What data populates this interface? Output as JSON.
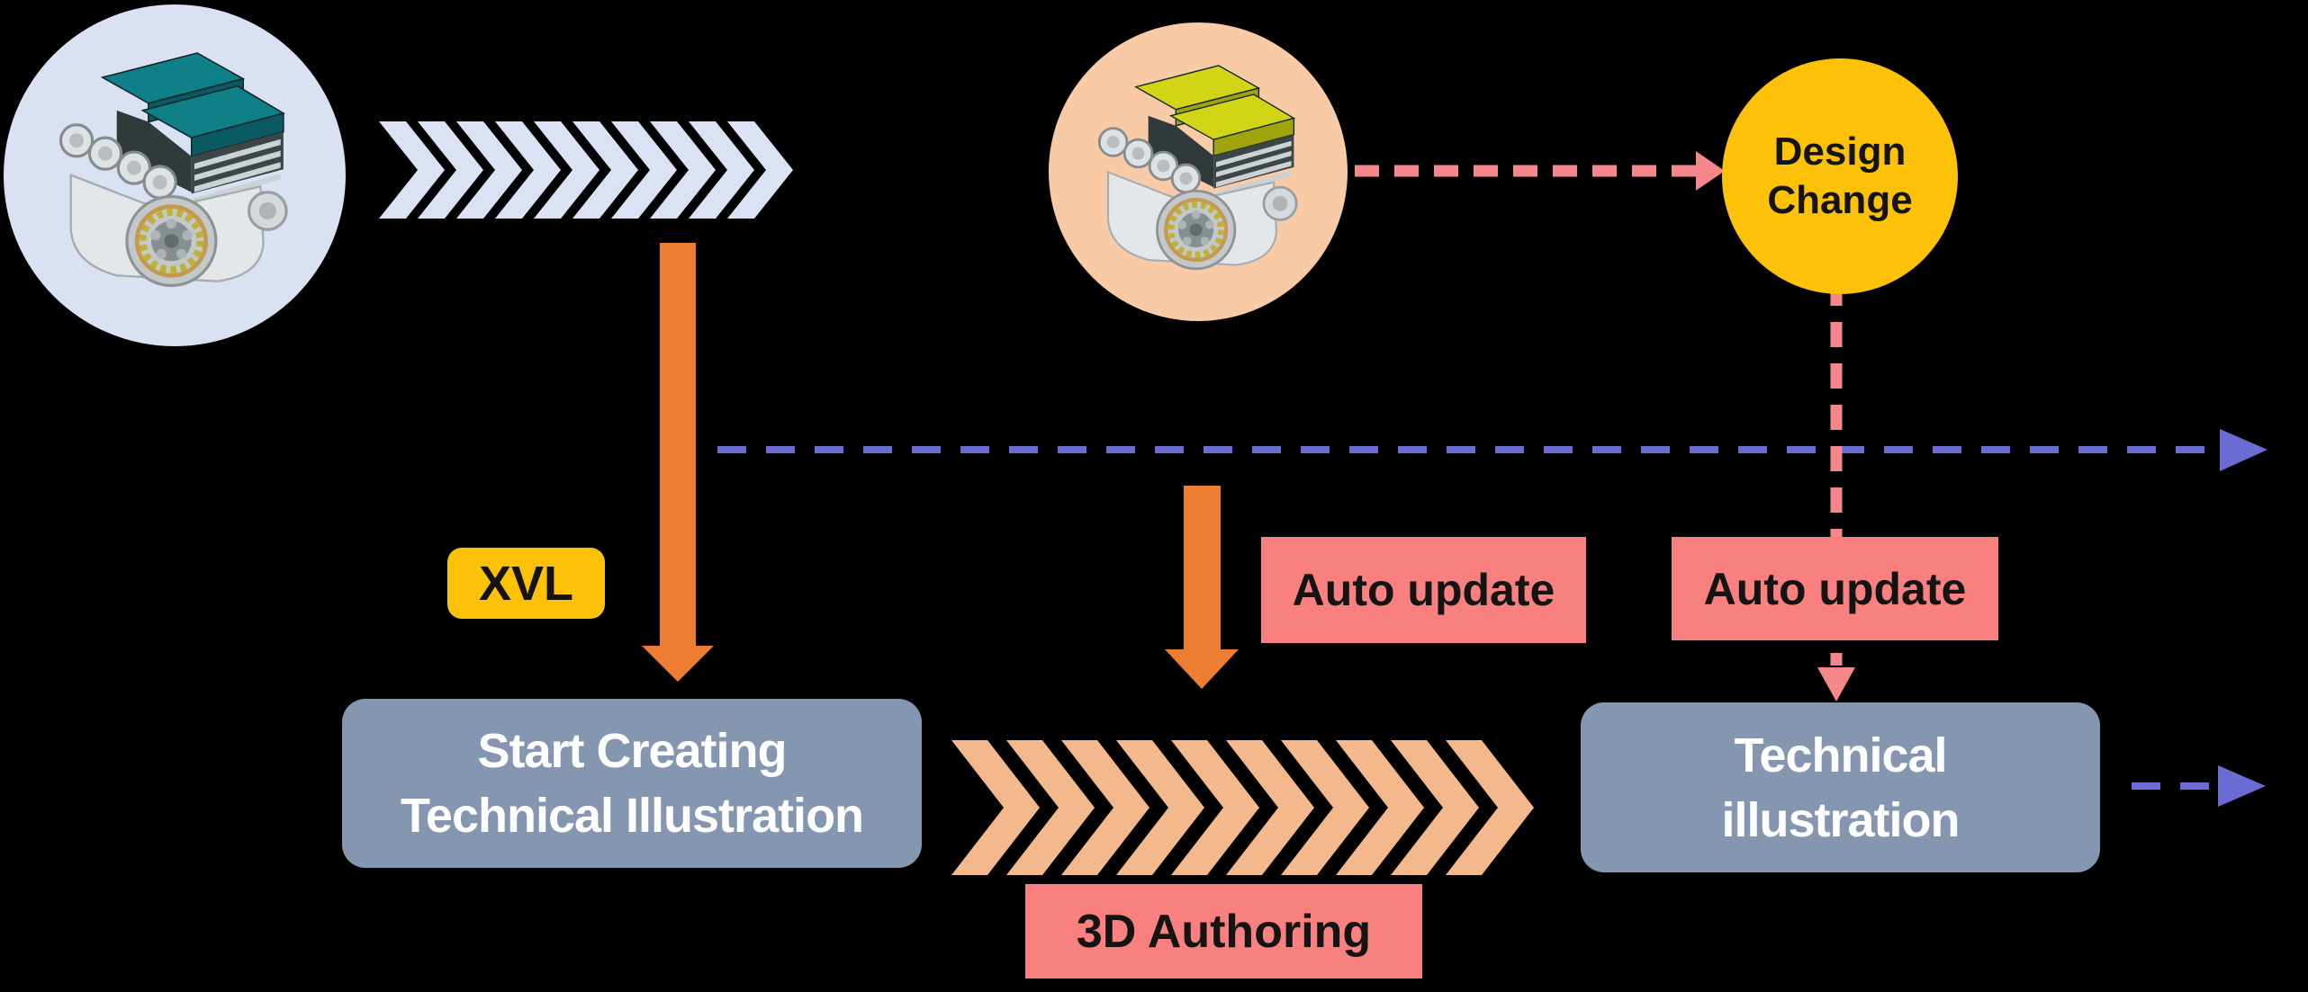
{
  "palette": {
    "background": "#000000",
    "circle_left_fill": "#d9e1f2",
    "circle_peach_fill": "#f8cba6",
    "gold": "#fdc107",
    "box_gray": "#8496b0",
    "box_pink": "#f8807f",
    "orange": "#ed7d31",
    "dash_pink": "#f5868c",
    "dash_blue": "#6b6bd4",
    "chevron_light": "#dbe2f4",
    "chevron_peach": "#f3b98c",
    "text_dark": "#141414",
    "text_light": "#ffffff",
    "engine_teal": "#0f7f88",
    "engine_teal_dark": "#0a5a62",
    "engine_yellow": "#d2d416",
    "engine_yellow_dark": "#9fa40c"
  },
  "nodes": {
    "design_change": {
      "lines": [
        "Design",
        "Change"
      ]
    },
    "xvl_badge": {
      "label": "XVL"
    },
    "auto_update_1": {
      "label": "Auto update"
    },
    "auto_update_2": {
      "label": "Auto update"
    },
    "start_creating": {
      "lines": [
        "Start Creating",
        "Technical Illustration"
      ]
    },
    "technical_illustration": {
      "lines": [
        "Technical",
        "illustration"
      ]
    },
    "authoring_3d": {
      "label": "3D Authoring"
    }
  }
}
